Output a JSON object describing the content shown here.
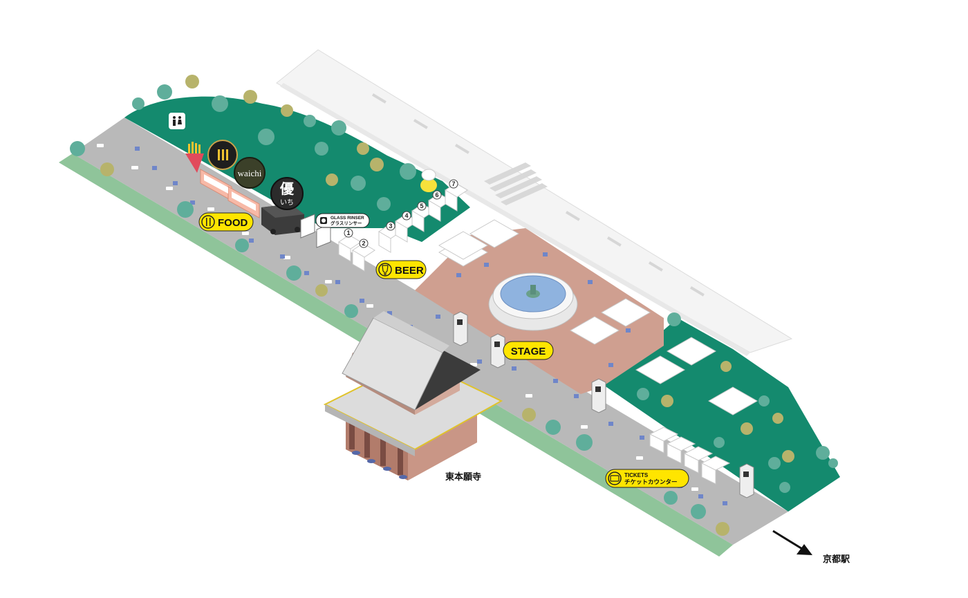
{
  "map": {
    "labels": {
      "food": "FOOD",
      "beer": "BEER",
      "stage": "STAGE",
      "tickets_en": "TICKETS",
      "tickets_jp": "チケットカウンター",
      "glass_rinser_en": "GLASS RINSER",
      "glass_rinser_jp": "グラスリンサー",
      "temple": "東本願寺",
      "station": "京都駅"
    },
    "vendors": {
      "waichi": "waichi",
      "ichi_logo_text": "いち"
    },
    "beer_booth_numbers": [
      "1",
      "2",
      "3",
      "4",
      "5",
      "6",
      "7"
    ],
    "icons": [
      "restroom-icon",
      "fries-icon",
      "fork-knife-icon",
      "beer-glass-icon",
      "ticket-icon",
      "glass-rinser-icon",
      "arrow-icon"
    ],
    "colors": {
      "park_green": "#148a6e",
      "road_gray": "#b9b9b9",
      "plaza_pink": "#cf9f90",
      "grass_light": "#8fc49a",
      "label_yellow": "#ffe500"
    }
  }
}
